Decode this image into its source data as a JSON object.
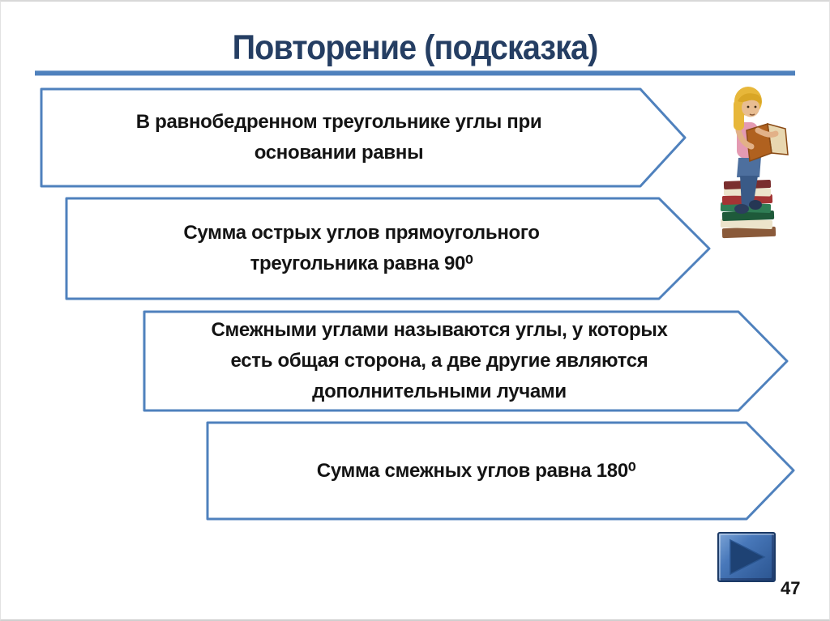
{
  "slide": {
    "title": "Повторение (подсказка)",
    "page_number": "47",
    "boxes": [
      {
        "text": "В равнобедренном треугольнике углы при\nосновании равны"
      },
      {
        "text": "Сумма острых углов прямоугольного\nтреугольника равна 90⁰"
      },
      {
        "text": "Смежными углами называются углы, у которых\nесть общая сторона, а две другие являются\nдополнительными лучами"
      },
      {
        "text": "Сумма смежных углов равна 180⁰"
      }
    ],
    "icons": {
      "next_button": "play-icon",
      "illustration": "girl-reading-on-book-stack"
    },
    "colors": {
      "accent_blue": "#4f81bd",
      "title_navy": "#253e63",
      "button_blue": "#3b6cb0",
      "text_black": "#141414"
    }
  }
}
